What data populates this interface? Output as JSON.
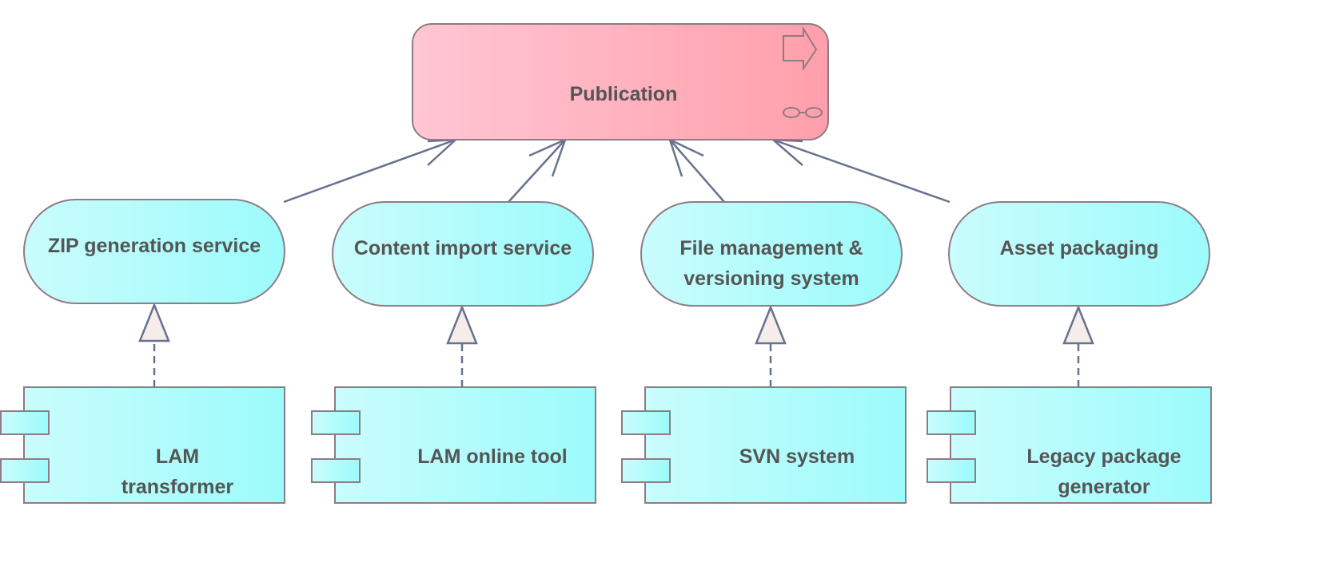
{
  "diagram": {
    "colors": {
      "process_fill_start": "#ffc6d4",
      "process_fill_end": "#ff9fab",
      "service_fill_start": "#cafcfc",
      "service_fill_end": "#9cfbfb",
      "border": "#8e7c84",
      "connector": "#667290",
      "realization_head": "#f6ece9",
      "label_text": "#555555"
    },
    "process": {
      "label": "Publication",
      "icons": [
        "process-arrow-icon",
        "flow-link-icon"
      ]
    },
    "services": [
      {
        "lines": [
          "ZIP generation service"
        ]
      },
      {
        "lines": [
          "Content import service"
        ]
      },
      {
        "lines": [
          "File management &",
          "versioning system"
        ]
      },
      {
        "lines": [
          "Asset packaging"
        ]
      }
    ],
    "components": [
      {
        "lines": [
          "LAM",
          "transformer"
        ]
      },
      {
        "lines": [
          "LAM online tool"
        ]
      },
      {
        "lines": [
          "SVN system"
        ]
      },
      {
        "lines": [
          "Legacy package",
          "generator"
        ]
      }
    ],
    "relationships": {
      "serving": [
        {
          "from": "ZIP generation service",
          "to": "Publication"
        },
        {
          "from": "Content import service",
          "to": "Publication"
        },
        {
          "from": "File management & versioning system",
          "to": "Publication"
        },
        {
          "from": "Asset packaging",
          "to": "Publication"
        }
      ],
      "realization": [
        {
          "from": "LAM transformer",
          "to": "ZIP generation service"
        },
        {
          "from": "LAM online tool",
          "to": "Content import service"
        },
        {
          "from": "SVN system",
          "to": "File management & versioning system"
        },
        {
          "from": "Legacy package generator",
          "to": "Asset packaging"
        }
      ]
    }
  }
}
